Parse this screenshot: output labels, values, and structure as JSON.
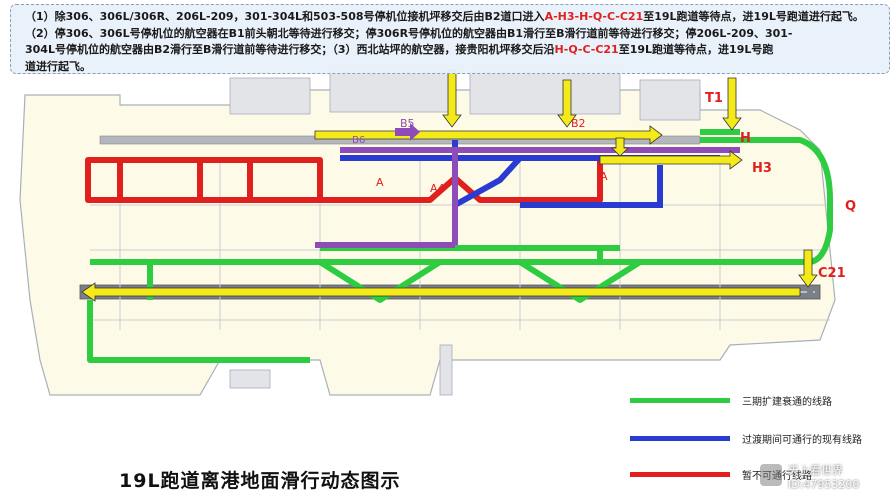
{
  "note": {
    "line1_a": "（1）除306、306L/306R、206L-209，301-304L和503-508号停机位接机坪移交后由B2道口进入",
    "line1_route": "A-H3-H-Q-C-C21",
    "line1_b": "至19L跑道等待点，进19L号跑道进行起飞。",
    "line2": "（2）停306、306L号停机位的航空器在B1前头朝北等待进行移交；停306R号停机位的航空器由B1滑行至B滑行道前等待进行移交；停206L-209、301-",
    "line3_a": "304L号停机位的航空器由B2滑行至B滑行道前等待进行移交；（3）西北站坪的航空器，接贵阳机坪移交后沿",
    "line3_route": "H-Q-C-C21",
    "line3_b": "至19L跑道等待点，进19L号跑",
    "line4": "道进行起飞。"
  },
  "labels": {
    "t1": "T1",
    "h": "H",
    "h3": "H3",
    "q": "Q",
    "c21": "C21",
    "a_left": "A",
    "a4": "A4",
    "a_right": "A",
    "b5": "B5",
    "b2": "B2",
    "b6": "B6"
  },
  "title": "19L跑道离港地面滑行动态图示",
  "legend": [
    {
      "label": "三期扩建衰通的线路",
      "color": "#2ecc40"
    },
    {
      "label": "过渡期间可通行的现有线路",
      "color": "#2a3bd1"
    },
    {
      "label": "暂不可通行线路",
      "color": "#e0201e"
    }
  ],
  "watermark": {
    "line1": "天上看世界",
    "line2": "ID:47953200"
  },
  "colors": {
    "green": "#2ecc40",
    "blue": "#2a3bd1",
    "red": "#e0201e",
    "purple": "#8e4cb8",
    "yellow": "#f4ea1a"
  }
}
